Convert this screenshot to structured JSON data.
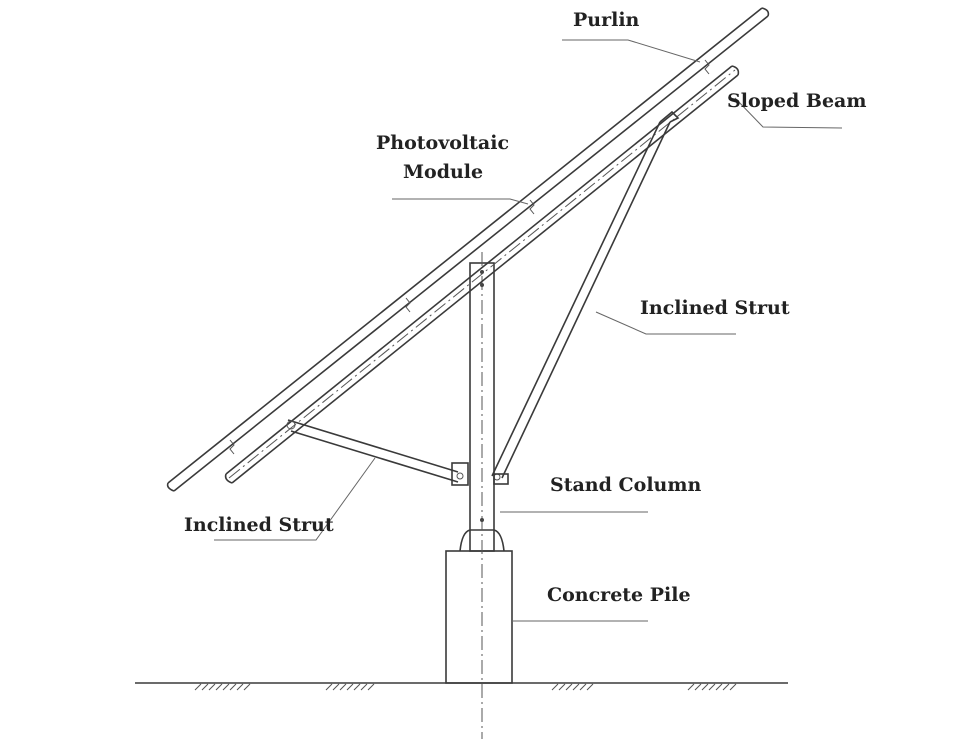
{
  "labels": {
    "purlin": "Purlin",
    "sloped_beam": "Sloped Beam",
    "pv_line1": "Photovoltaic",
    "pv_line2": "Module",
    "inclined_strut_right": "Inclined Strut",
    "stand_column": "Stand Column",
    "inclined_strut_left": "Inclined Strut",
    "concrete_pile": "Concrete Pile"
  },
  "colors": {
    "line": "#3a3a3a",
    "text": "#222222",
    "background": "#ffffff"
  }
}
